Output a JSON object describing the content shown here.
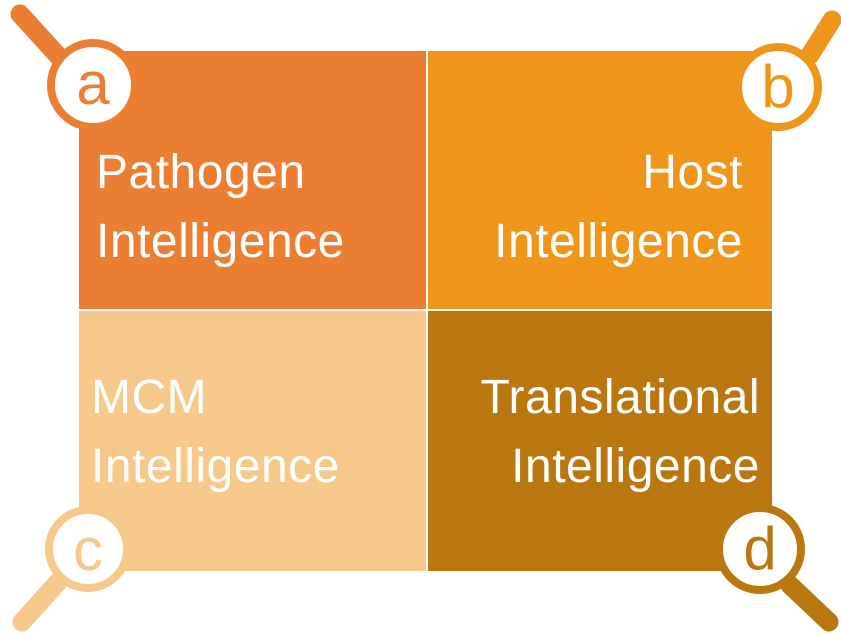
{
  "colors": {
    "quadrant_a": "#ec7e33",
    "quadrant_b": "#ef9519",
    "quadrant_c": "#f6c88a",
    "quadrant_d": "#bb770f",
    "text": "#ffffff",
    "background": "#ffffff"
  },
  "quadrants": [
    {
      "letter": "a",
      "lines": [
        "Pathogen",
        "Intelligence"
      ],
      "icon": "magnifier-icon"
    },
    {
      "letter": "b",
      "lines": [
        "Host",
        "Intelligence"
      ],
      "icon": "magnifier-icon"
    },
    {
      "letter": "c",
      "lines": [
        "MCM",
        "Intelligence"
      ],
      "icon": "magnifier-icon"
    },
    {
      "letter": "d",
      "lines": [
        "Translational",
        "Intelligence"
      ],
      "icon": "magnifier-icon"
    }
  ]
}
